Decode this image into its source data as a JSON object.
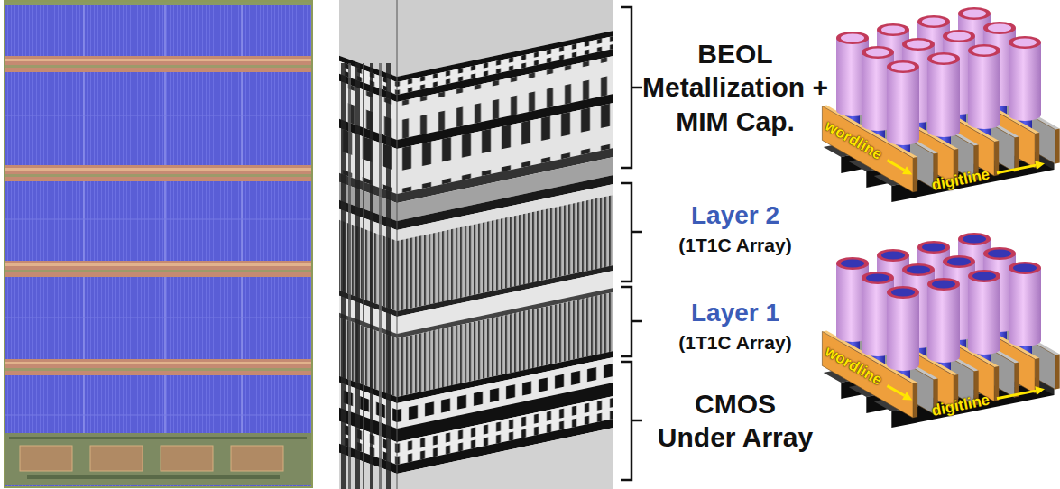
{
  "diagram": {
    "labels": [
      "BEOL Metallization + MIM Cap.",
      "Layer 2",
      "(1T1C Array)",
      "Layer 1",
      "(1T1C Array)",
      "CMOS Under Array",
      "wordline",
      "digitline",
      "wordline",
      "digitline"
    ]
  }
}
